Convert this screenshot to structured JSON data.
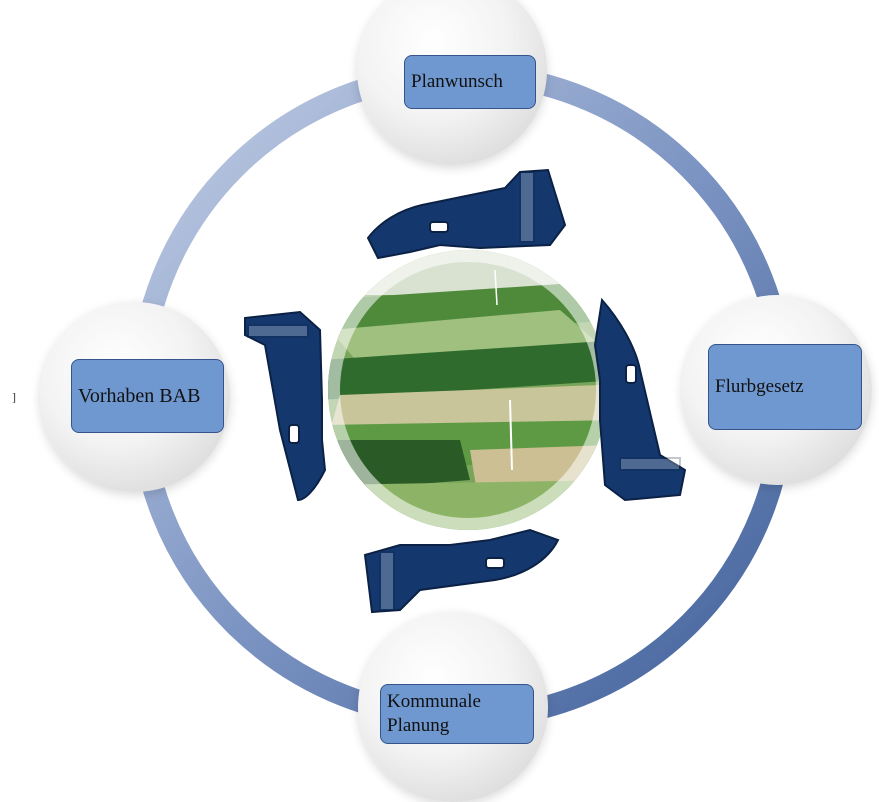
{
  "nodes": {
    "top": {
      "label": "Planwunsch"
    },
    "right": {
      "label": "Flurbgesetz"
    },
    "bottom": {
      "label_line1": "Kommunale",
      "label_line2": "Planung"
    },
    "left": {
      "label": "Vorhaben BAB"
    }
  },
  "stray_mark": "]",
  "colors": {
    "ring": "#6d88ba",
    "ring_highlight": "#c3cfe5",
    "hands": "#14386d",
    "label_fill": "#6f98d0",
    "label_border": "#35558a"
  },
  "icons": {
    "center": "landscape-photo-globe",
    "hands": "cupped-hand-icon"
  }
}
